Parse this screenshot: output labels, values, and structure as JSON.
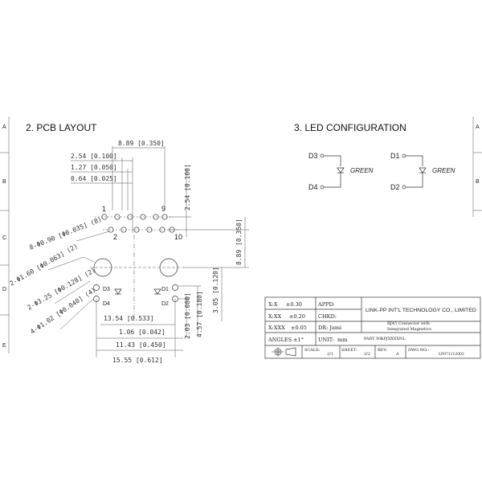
{
  "headings": {
    "pcb": "2. PCB LAYOUT",
    "led": "3. LED CONFIGURATION"
  },
  "border_rows": [
    "A",
    "B",
    "C",
    "D",
    "E"
  ],
  "led": {
    "left": {
      "top": "D3",
      "bottom": "D4",
      "color": "GREEN"
    },
    "right": {
      "top": "D1",
      "bottom": "D2",
      "color": "GREEN"
    }
  },
  "pins": {
    "p1": "1",
    "p9": "9",
    "p2": "2",
    "p10": "10"
  },
  "pcb_leds": {
    "d3": "D3",
    "d4": "D4",
    "d1": "D1",
    "d2": "D2"
  },
  "dims": {
    "top_width": "8.89 [0.350]",
    "pitch_double": "2.54 [0.100]",
    "pitch": "1.27 [0.050]",
    "offset": "0.64 [0.025]",
    "row_spacing": "2.54 [0.100]",
    "height_right": "8.89 [0.350]",
    "h_120": "3.05 [0.120]",
    "h_180": "4.57 [0.180]",
    "h_080": "2.03 [0.080]",
    "w_533": "13.54 [0.533]",
    "w_042": "1.06 [0.042]",
    "w_450": "11.43 [0.450]",
    "w_612": "15.55 [0.612]",
    "hole_1": "8-Φ0.90 [Φ0.035] (8)",
    "hole_2": "2-Φ1.60 [Φ0.063] (2)",
    "hole_3": "2-Φ3.25 [Φ0.128] (2)",
    "hole_4": "4-Φ1.02 [Φ0.040] (4)"
  },
  "title_block": {
    "tol_x": "X:X",
    "tol_x_val": "±0.30",
    "tol_xx": "X:XX",
    "tol_xx_val": "±0.20",
    "tol_xxx": "X:XXX",
    "tol_xxx_val": "±0.05",
    "angles": "ANGLES ±1°",
    "appd": "APPD:",
    "chkd": "CHKD:",
    "dr": "DR: Jami",
    "unit": "UNIT:",
    "unit_val": "mm",
    "company": "LINK-PP INT'L TECHNOLOGY CO., LIMITED",
    "desc1": "RJ45 Connector with",
    "desc2": "Integrated Magnetics",
    "part_no_label": "PART NO.",
    "part_no": "LPJXXXXNL",
    "scale_label": "SCALE:",
    "scale": "2/1",
    "sheet_label": "SHEET:",
    "sheet": "2/2",
    "rev_label": "REV:",
    "rev": "A",
    "dwg_label": "DWG NO.:",
    "dwg": "LP071112002"
  }
}
